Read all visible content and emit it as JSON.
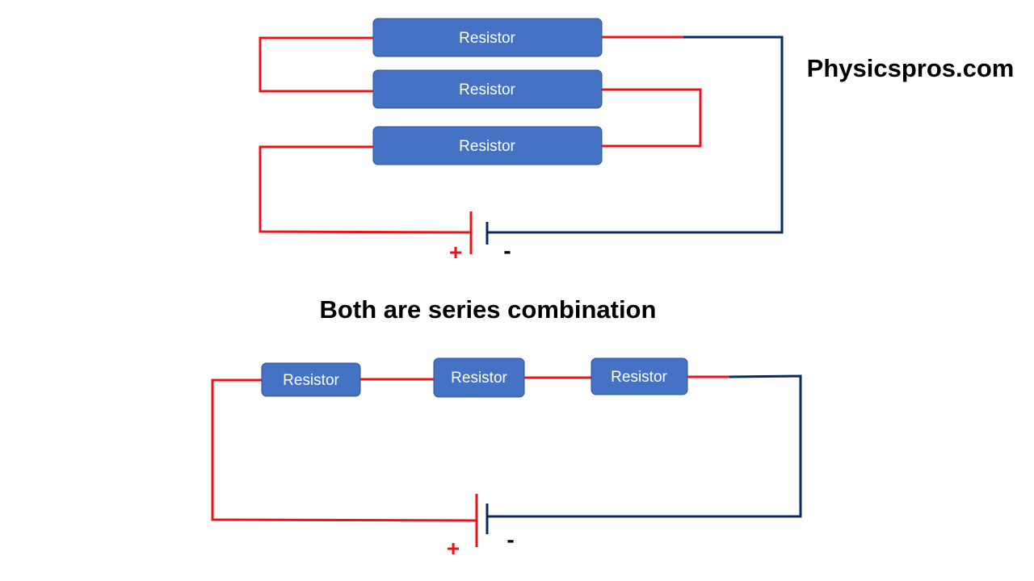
{
  "site": {
    "title": "Physicspros.com"
  },
  "caption": "Both are series combination",
  "colors": {
    "positive_wire": "#e8141b",
    "negative_wire": "#0b2a5e",
    "resistor_fill": "#4472c4",
    "resistor_stroke": "#2f528f"
  },
  "top_circuit": {
    "resistors": [
      {
        "label": "Resistor"
      },
      {
        "label": "Resistor"
      },
      {
        "label": "Resistor"
      }
    ],
    "battery": {
      "positive_sign": "+",
      "negative_sign": "-"
    }
  },
  "bottom_circuit": {
    "resistors": [
      {
        "label": "Resistor"
      },
      {
        "label": "Resistor"
      },
      {
        "label": "Resistor"
      }
    ],
    "battery": {
      "positive_sign": "+",
      "negative_sign": "-"
    }
  }
}
